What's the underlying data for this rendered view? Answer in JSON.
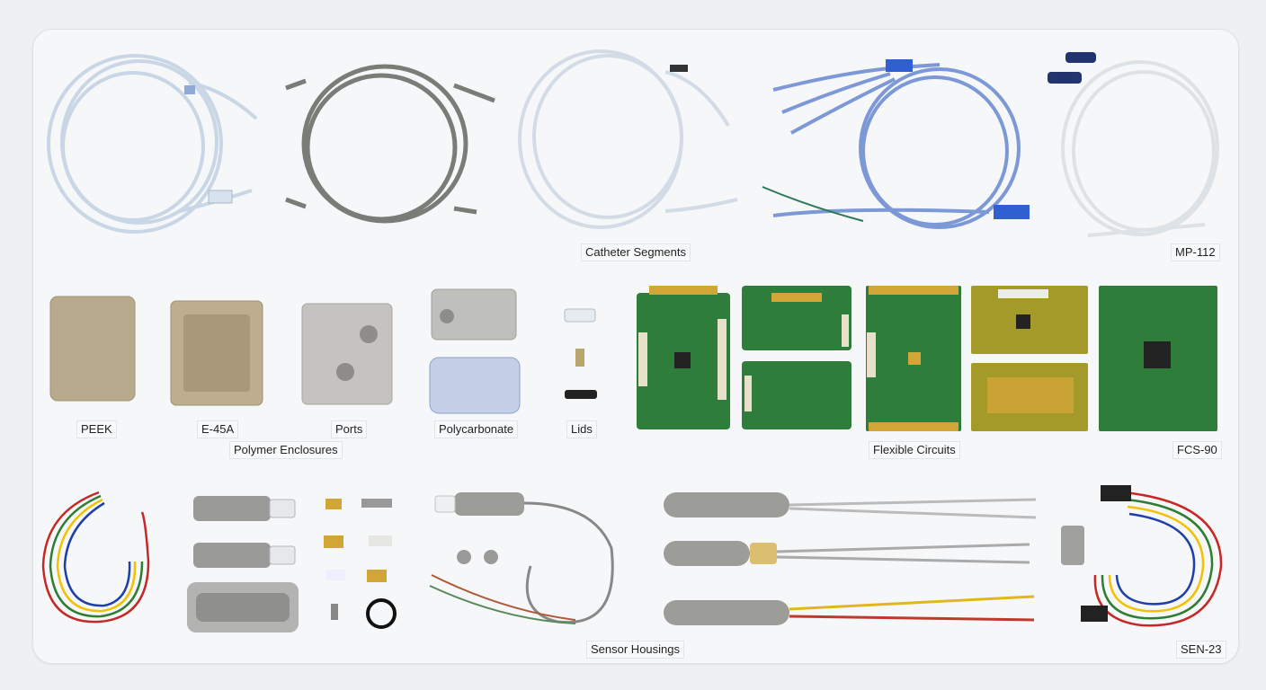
{
  "labels": {
    "catheter_segments": "Catheter Segments",
    "mp_112": "MP-112",
    "peek": "PEEK",
    "e_45a": "E-45A",
    "ports": "Ports",
    "polycarbonate": "Polycarbonate",
    "lids": "Lids",
    "polymer_enclosures": "Polymer Enclosures",
    "flexible_circuits": "Flexible Circuits",
    "fcs_90": "FCS-90",
    "sensor_housings": "Sensor Housings",
    "sen_23": "SEN-23"
  },
  "colors": {
    "background": "#eef0f2",
    "board": "#f6f7f8",
    "tubing_clear": "#c9d6e6",
    "tubing_blue": "#7d98d6",
    "braided": "#7a7c78",
    "enclosure_tan": "#b8aa8c",
    "enclosure_gray": "#c4c3c0",
    "pcb_green": "#2f7d3a",
    "pcb_yellow": "#a39a2a",
    "gold": "#d2a537",
    "steel": "#9a9a98"
  }
}
